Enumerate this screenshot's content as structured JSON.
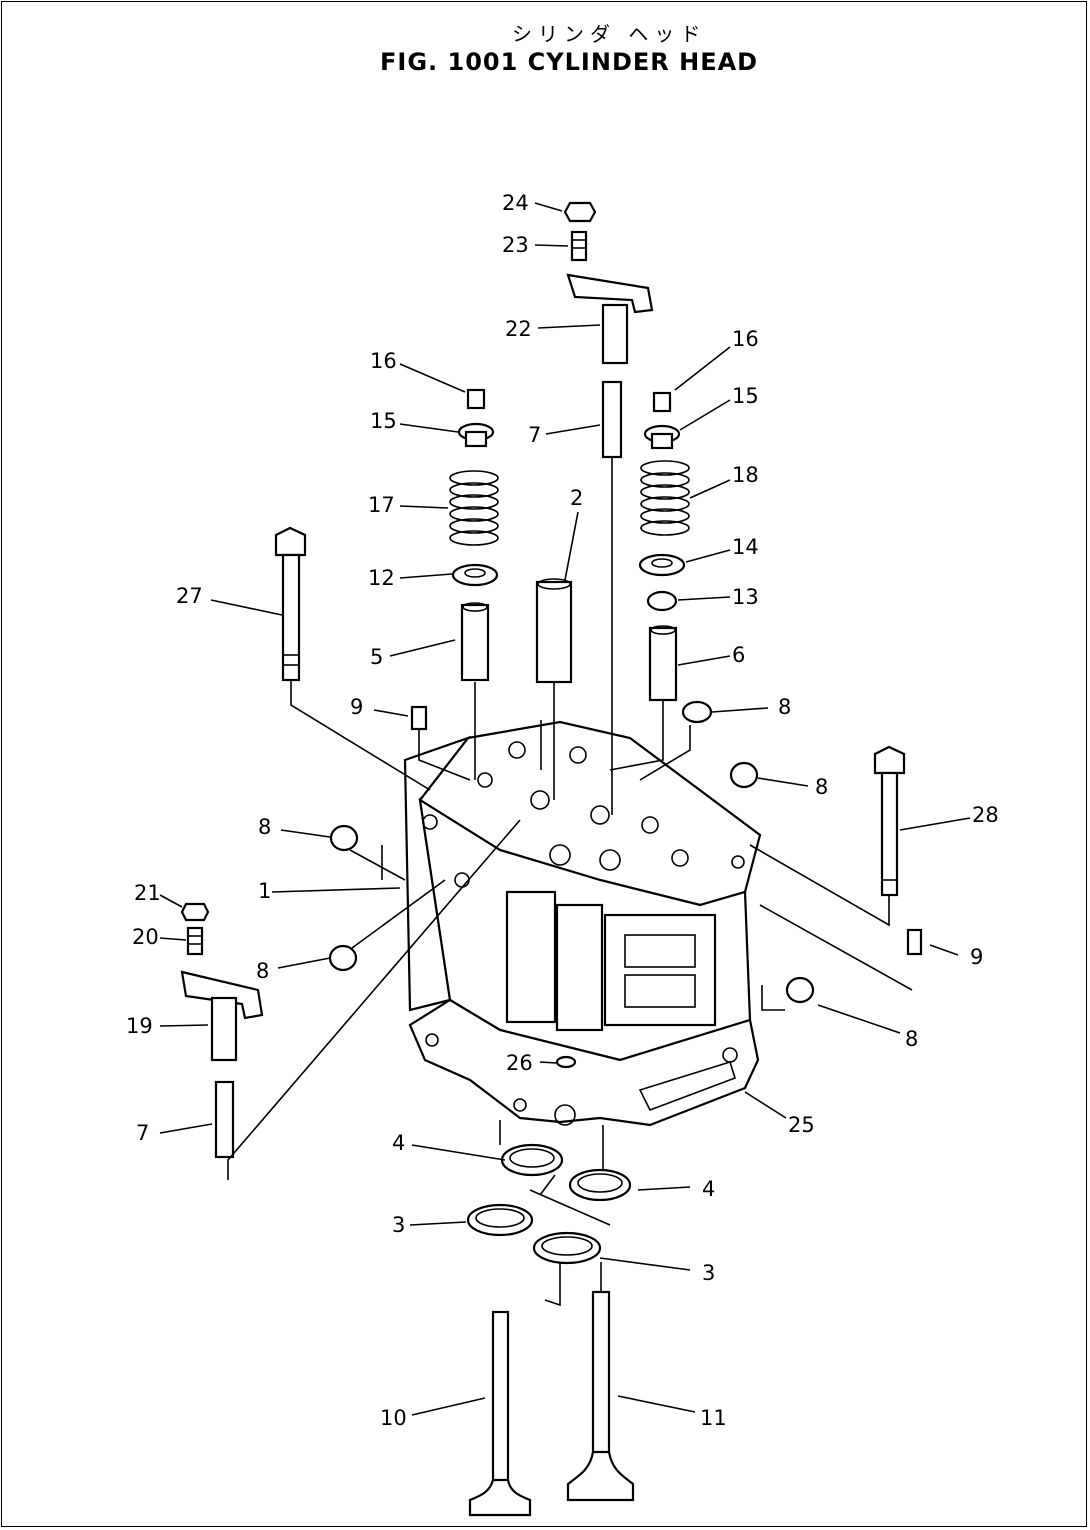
{
  "figure": {
    "title_jp": "シリンダ ヘッド",
    "title": "FIG. 1001  CYLINDER HEAD"
  },
  "callouts": [
    {
      "id": "c24",
      "text": "24"
    },
    {
      "id": "c23",
      "text": "23"
    },
    {
      "id": "c22",
      "text": "22"
    },
    {
      "id": "c16a",
      "text": "16"
    },
    {
      "id": "c16b",
      "text": "16"
    },
    {
      "id": "c15a",
      "text": "15"
    },
    {
      "id": "c15b",
      "text": "15"
    },
    {
      "id": "c7a",
      "text": "7"
    },
    {
      "id": "c17",
      "text": "17"
    },
    {
      "id": "c2",
      "text": "2"
    },
    {
      "id": "c18",
      "text": "18"
    },
    {
      "id": "c27",
      "text": "27"
    },
    {
      "id": "c12",
      "text": "12"
    },
    {
      "id": "c14",
      "text": "14"
    },
    {
      "id": "c13",
      "text": "13"
    },
    {
      "id": "c5",
      "text": "5"
    },
    {
      "id": "c6",
      "text": "6"
    },
    {
      "id": "c9a",
      "text": "9"
    },
    {
      "id": "c8a",
      "text": "8"
    },
    {
      "id": "c8b",
      "text": "8"
    },
    {
      "id": "c28",
      "text": "28"
    },
    {
      "id": "c8c",
      "text": "8"
    },
    {
      "id": "c1",
      "text": "1"
    },
    {
      "id": "c21",
      "text": "21"
    },
    {
      "id": "c20",
      "text": "20"
    },
    {
      "id": "c8d",
      "text": "8"
    },
    {
      "id": "c9b",
      "text": "9"
    },
    {
      "id": "c19",
      "text": "19"
    },
    {
      "id": "c8e",
      "text": "8"
    },
    {
      "id": "c26",
      "text": "26"
    },
    {
      "id": "c7b",
      "text": "7"
    },
    {
      "id": "c25",
      "text": "25"
    },
    {
      "id": "c4a",
      "text": "4"
    },
    {
      "id": "c4b",
      "text": "4"
    },
    {
      "id": "c3a",
      "text": "3"
    },
    {
      "id": "c3b",
      "text": "3"
    },
    {
      "id": "c10",
      "text": "10"
    },
    {
      "id": "c11",
      "text": "11"
    }
  ]
}
